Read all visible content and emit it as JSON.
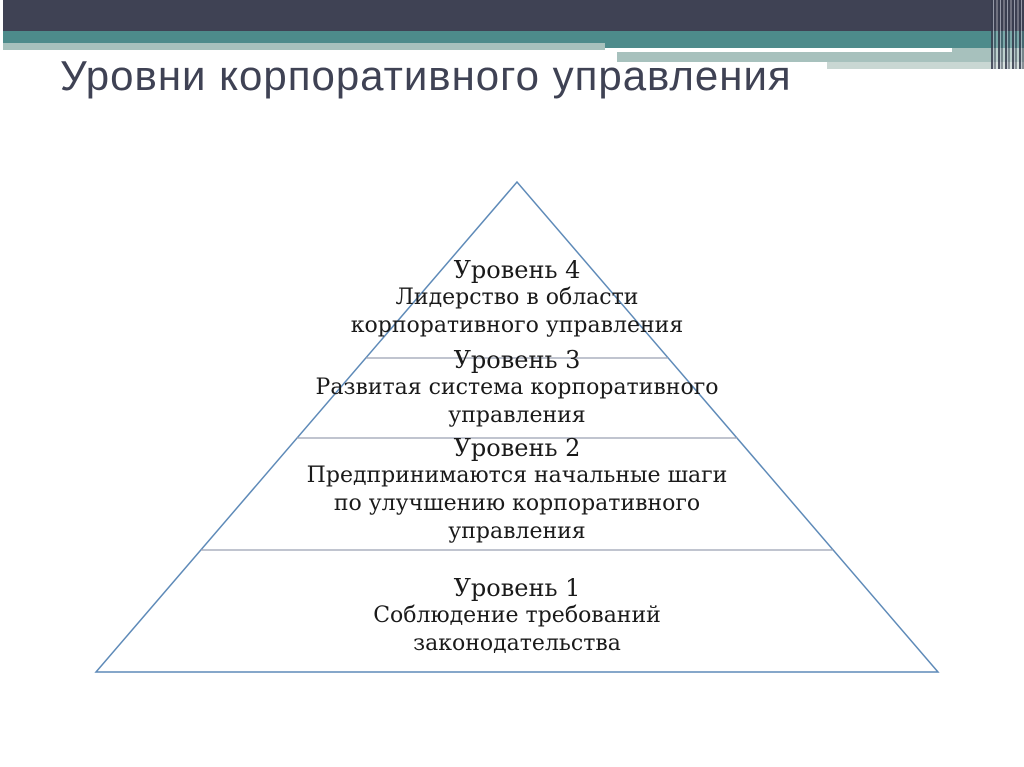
{
  "slide": {
    "title": "Уровни корпоративного управления",
    "pyramid": {
      "levels": [
        {
          "name": "Уровень 4",
          "description": "Лидерство в области\nкорпоративного управления"
        },
        {
          "name": "Уровень 3",
          "description": "Развитая система корпоративного\nуправления"
        },
        {
          "name": "Уровень 2",
          "description": "Предпринимаются начальные шаги\nпо улучшению корпоративного\nуправления"
        },
        {
          "name": "Уровень 1",
          "description": "Соблюдение требований\nзаконодательства"
        }
      ]
    }
  },
  "colors": {
    "background": "#ffffff",
    "header_dark": "#3f4254",
    "header_teal": "#4d8b8b",
    "header_sage": "#a7c1bd",
    "header_sage_light": "#c9d7d3",
    "title_text": "#3f4254",
    "pyramid_outline": "#5e8ab8",
    "divider": "#9aa0b2",
    "text": "#1a1a1a"
  }
}
